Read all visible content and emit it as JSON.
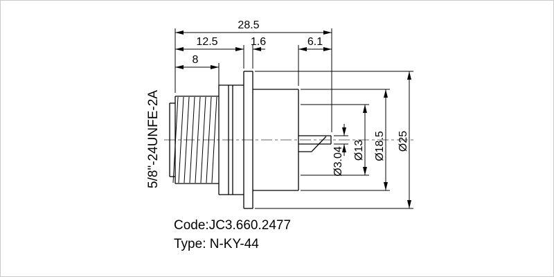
{
  "dims": {
    "total_length": "28.5",
    "front_length": "12.5",
    "flange_thickness": "1.6",
    "rear_length": "6.1",
    "thread_length": "8",
    "pin_diameter": "Ø3.04",
    "inner_diameter": "Ø13",
    "body_diameter": "Ø18.5",
    "flange_diameter": "Ø25"
  },
  "labels": {
    "thread_spec": "5/8\"-24UNFE-2A"
  },
  "footer": {
    "code": "Code:JC3.660.2477",
    "type": "Type: N-KY-44"
  }
}
